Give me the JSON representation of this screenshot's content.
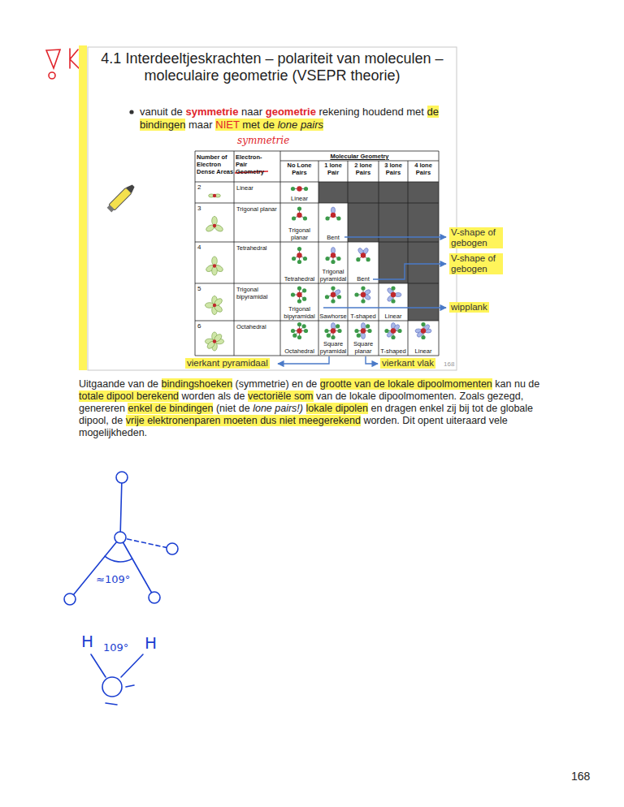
{
  "diagram": {
    "title": "4.1 Interdeeltjeskrachten – polariteit van moleculen – moleculaire geometrie (VSEPR theorie)",
    "labels": [
      "vanuit de symmetrie naar geometrie rekening houdend met de bindingen maar NIET met de lone pairs",
      "symmetrie",
      "Number of Electron Dense Areas",
      "Electron-Pair Geometry",
      "Molecular Geometry",
      "No Lone Pairs",
      "1 lone Pair",
      "2 lone Pairs",
      "3 lone Pairs",
      "4 lone Pairs",
      "2",
      "Linear",
      "Linear",
      "3",
      "Trigonal planar",
      "Trigonal planar",
      "Bent",
      "V-shape of gebogen",
      "4",
      "Tetrahedral",
      "Tetrahedral",
      "Trigonal pyramidal",
      "Bent",
      "V-shape of gebogen",
      "5",
      "Trigonal bipyramidal",
      "Trigonal bipyramidal",
      "Sawhorse",
      "T-shaped",
      "Linear",
      "wipplank",
      "6",
      "Octahedral",
      "Octahedral",
      "Square pyramidal",
      "Square planar",
      "T-shaped",
      "Linear",
      "vierkant pyramidaal",
      "168",
      "vierkant vlak",
      "Uitgaande van de bindingshoeken (symmetrie) en de grootte van de lokale dipoolmomenten kan nu de totale dipool berekend worden als de vectoriële som van de lokale dipoolmomenten. Zoals gezegd, genereren enkel de bindingen (niet de lone pairs!) lokale dipolen en dragen enkel zij bij tot de globale dipool, de vrije elektronenparen moeten dus niet meegerekend worden. Dit opent uiteraard vele mogelijkheden.",
      "≈109°",
      "H",
      "109°",
      "H",
      "168"
    ]
  }
}
